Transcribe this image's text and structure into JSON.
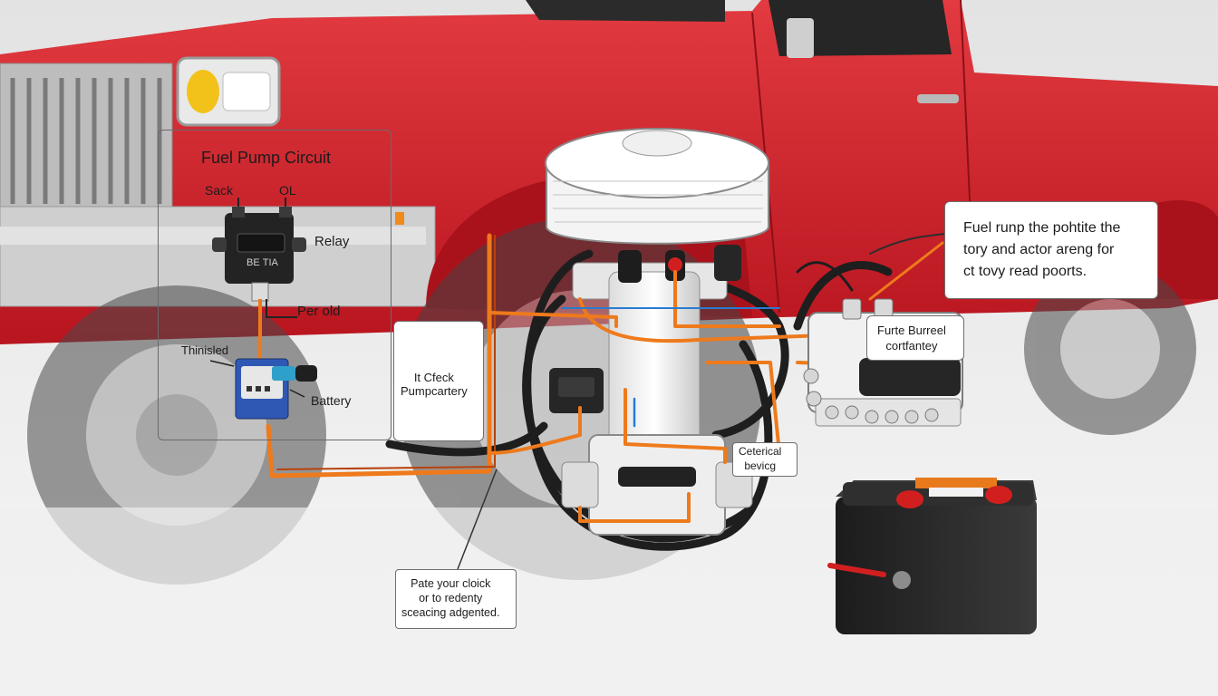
{
  "circuit_panel": {
    "title": "Fuel Pump Circuit",
    "label_sack": "Sack",
    "label_ol": "OL",
    "relay_face": "ВЕ ТІА",
    "relay_label": "Relay",
    "label_per_old": "Per old",
    "label_thinisled": "Thinisled",
    "battery_label": "Battery"
  },
  "callouts": {
    "check_pump": "It Cfeck\nPumpcartery",
    "fuel_rump": "Fuel runp the pohtite the\ntory and actor areng for\nct tovy read poorts.",
    "furte_burreel": "Furte Burreel\ncortfantey",
    "ceterical": "Ceterical\nbevicg",
    "pate_your": "Pate your cloick\nor to redenty\nsceacing adgented."
  },
  "colors": {
    "truck_red": "#d8202c",
    "wire_orange": "#ee7a1c",
    "wire_black": "#1e1e1e",
    "battery_body": "#2a2a2a",
    "terminal_red": "#d11f1f"
  }
}
